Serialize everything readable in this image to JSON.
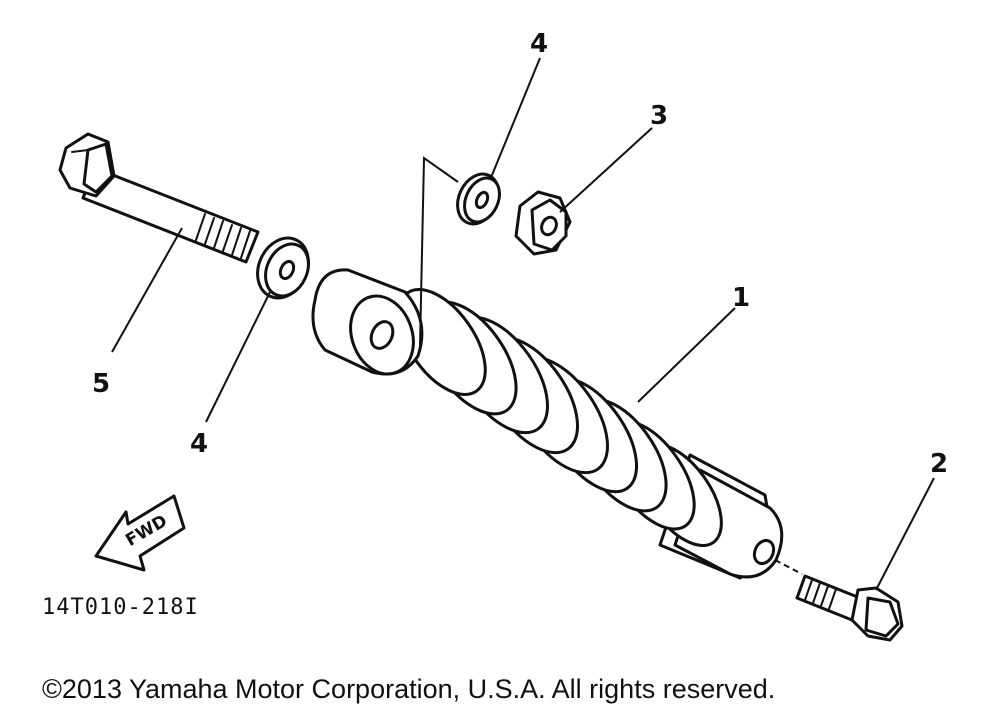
{
  "diagram": {
    "callouts": {
      "part_1": "1",
      "part_2": "2",
      "part_3": "3",
      "part_4_top": "4",
      "part_4_bottom": "4",
      "part_5": "5"
    },
    "fwd_label": "FWD",
    "drawing_code": "14T010-218I",
    "copyright": "©2013 Yamaha Motor Corporation, U.S.A. All rights reserved."
  },
  "colors": {
    "ink": "#111111",
    "paper": "#ffffff"
  }
}
